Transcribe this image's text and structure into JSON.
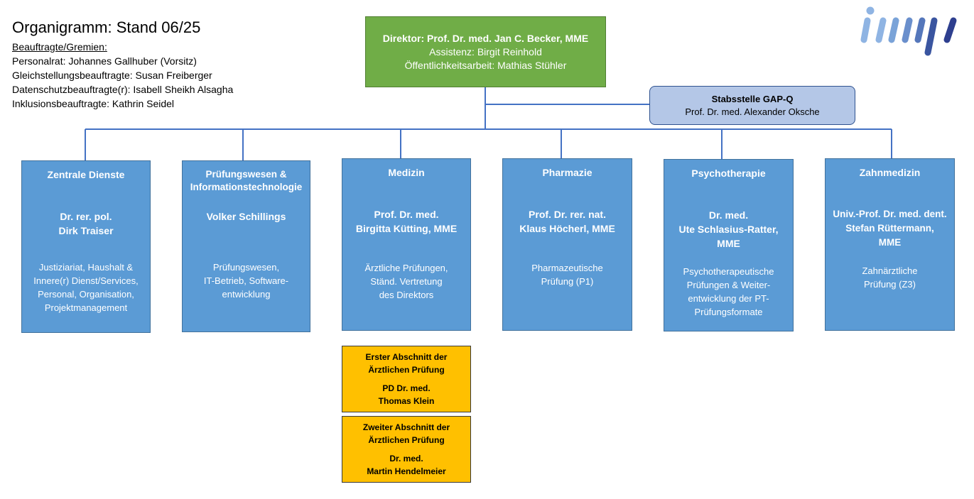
{
  "title": "Organigramm: Stand 06/25",
  "committees": {
    "header": "Beauftragte/Gremien:",
    "items": [
      "Personalrat: Johannes Gallhuber (Vorsitz)",
      "Gleichstellungsbeauftragte: Susan Freiberger",
      "Datenschutzbeauftragte(r): Isabell Sheikh Alsagha",
      "Inklusionsbeauftragte: Kathrin Seidel"
    ]
  },
  "director": {
    "line1": "Direktor: Prof. Dr. med. Jan C. Becker, MME",
    "line2": "Assistenz: Birgit Reinhold",
    "line3": "Öffentlichkeitsarbeit: Mathias Stühler"
  },
  "staff": {
    "title": "Stabsstelle GAP-Q",
    "name": "Prof. Dr. med. Alexander Oksche"
  },
  "departments": [
    {
      "title": [
        "Zentrale Dienste"
      ],
      "head": [
        "Dr. rer. pol.",
        "Dirk Traiser"
      ],
      "tasks": [
        "Justiziariat, Haushalt &",
        "Innere(r) Dienst/Services,",
        "Personal, Organisation,",
        "Projektmanagement"
      ]
    },
    {
      "title": [
        "Prüfungswesen &",
        "Informationstechnologie"
      ],
      "head": [
        "Volker Schillings"
      ],
      "tasks": [
        "Prüfungswesen,",
        "IT-Betrieb, Software-",
        "entwicklung"
      ]
    },
    {
      "title": [
        "Medizin"
      ],
      "head": [
        "Prof. Dr. med.",
        "Birgitta Kütting, MME"
      ],
      "tasks": [
        "Ärztliche Prüfungen,",
        "Ständ. Vertretung",
        "des Direktors"
      ]
    },
    {
      "title": [
        "Pharmazie"
      ],
      "head": [
        "Prof. Dr. rer. nat.",
        "Klaus Höcherl, MME"
      ],
      "tasks": [
        "Pharmazeutische",
        "Prüfung (P1)"
      ]
    },
    {
      "title": [
        "Psychotherapie"
      ],
      "head": [
        "Dr. med.",
        "Ute Schlasius-Ratter,",
        "MME"
      ],
      "tasks": [
        "Psychotherapeutische",
        "Prüfungen & Weiter-",
        "entwicklung der PT-",
        "Prüfungsformate"
      ]
    },
    {
      "title": [
        "Zahnmedizin"
      ],
      "head": [
        "Univ.-Prof. Dr. med. dent.",
        "Stefan Rüttermann,",
        "MME"
      ],
      "tasks": [
        "Zahnärztliche",
        "Prüfung (Z3)"
      ]
    }
  ],
  "subunits": [
    {
      "title": [
        "Erster Abschnitt der",
        "Ärztlichen Prüfung"
      ],
      "head": [
        "PD Dr. med.",
        "Thomas Klein"
      ]
    },
    {
      "title": [
        "Zweiter Abschnitt der",
        "Ärztlichen Prüfung"
      ],
      "head": [
        "Dr. med.",
        "Martin Hendelmeier"
      ]
    }
  ],
  "colors": {
    "director": "#70ad47",
    "staff": "#b4c7e7",
    "department": "#5b9bd5",
    "subunit": "#ffc000",
    "connector": "#4472c4",
    "logo_light": "#8fb4e3",
    "logo_dark": "#2e3f8f"
  },
  "logo": {
    "name": "impp-logo-icon"
  }
}
